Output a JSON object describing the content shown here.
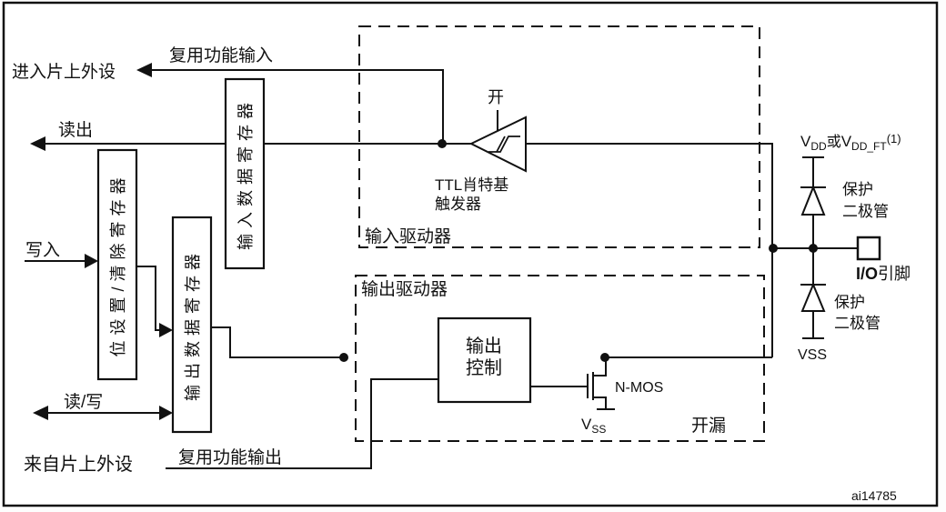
{
  "diagram": {
    "title_hint": "GPIO open-drain I/O structure diagram",
    "colors": {
      "line": "#111111",
      "background": "#fdfdfd"
    },
    "left": {
      "to_peripheral": "进入片上外设",
      "af_input": "复用功能输入",
      "read": "读出",
      "write": "写入",
      "read_write": "读/写",
      "from_peripheral": "来自片上外设",
      "af_output": "复用功能输出"
    },
    "registers": {
      "bit_set_clear": "位设置/清除寄存器",
      "output_data": "输出数据寄存器",
      "input_data": "输入数据寄存器"
    },
    "input_driver": {
      "box_label": "输入驱动器",
      "on_label": "开",
      "trigger_line1": "TTL肖特基",
      "trigger_line2": "触发器"
    },
    "output_driver": {
      "box_label": "输出驱动器",
      "control_line1": "输出",
      "control_line2": "控制",
      "nmos_label": "N-MOS",
      "vss_v": "V",
      "vss_sub": "SS",
      "open_drain": "开漏"
    },
    "right": {
      "vdd_v1": "V",
      "vdd_sub1": "DD",
      "vdd_or": "或",
      "vdd_v2": "V",
      "vdd_sub2": "DD_FT",
      "vdd_sup": "(1)",
      "diode_upper_line1": "保护",
      "diode_upper_line2": "二极管",
      "diode_lower_line1": "保护",
      "diode_lower_line2": "二极管",
      "vss": "VSS",
      "io_pin_bold": "I/O",
      "io_pin_rest": "引脚"
    },
    "figure_id": "ai14785"
  }
}
